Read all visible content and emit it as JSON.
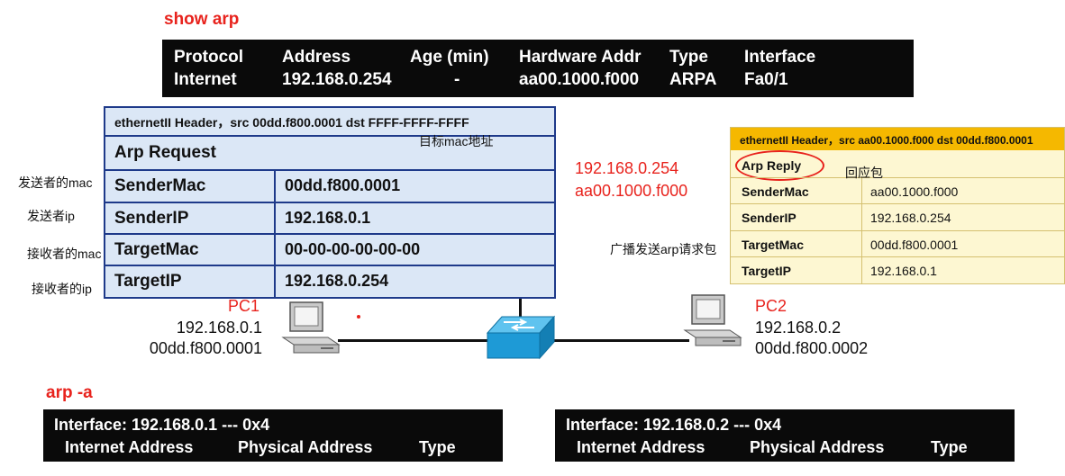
{
  "show_arp": {
    "title": "show arp",
    "headers": [
      "Protocol",
      "Address",
      "Age (min)",
      "Hardware Addr",
      "Type",
      "Interface"
    ],
    "row": [
      "Internet",
      "192.168.0.254",
      "-",
      "aa00.1000.f000",
      "ARPA",
      "Fa0/1"
    ]
  },
  "request_table": {
    "header": "ethernetII Header，src 00dd.f800.0001 dst FFFF-FFFF-FFFF",
    "title": "Arp Request",
    "rows": [
      {
        "field": "SenderMac",
        "value": "00dd.f800.0001"
      },
      {
        "field": "SenderIP",
        "value": "192.168.0.1"
      },
      {
        "field": "TargetMac",
        "value": "00-00-00-00-00-00"
      },
      {
        "field": "TargetIP",
        "value": "192.168.0.254"
      }
    ],
    "annotation": "目标mac地址"
  },
  "side_labels": [
    "发送者的mac",
    "发送者ip",
    "接收者的mac",
    "接收者的ip"
  ],
  "gateway": {
    "ip": "192.168.0.254",
    "mac": "aa00.1000.f000"
  },
  "broadcast_note": "广播发送arp请求包",
  "reply_table": {
    "header": "ethernetII Header，src aa00.1000.f000  dst  00dd.f800.0001",
    "title": "Arp Reply",
    "annotation": "回应包",
    "rows": [
      {
        "field": "SenderMac",
        "value": "aa00.1000.f000"
      },
      {
        "field": "SenderIP",
        "value": "192.168.0.254"
      },
      {
        "field": "TargetMac",
        "value": "00dd.f800.0001"
      },
      {
        "field": "TargetIP",
        "value": "192.168.0.1"
      }
    ]
  },
  "pc1": {
    "name": "PC1",
    "ip": "192.168.0.1",
    "mac": "00dd.f800.0001"
  },
  "pc2": {
    "name": "PC2",
    "ip": "192.168.0.2",
    "mac": "00dd.f800.0002"
  },
  "arp_a": {
    "title": "arp -a",
    "left": {
      "interface": "Interface: 192.168.0.1 --- 0x4",
      "columns": [
        "Internet Address",
        "Physical Address",
        "Type"
      ]
    },
    "right": {
      "interface": "Interface: 192.168.0.2 --- 0x4",
      "columns": [
        "Internet Address",
        "Physical Address",
        "Type"
      ]
    }
  },
  "colors": {
    "red": "#e8231d",
    "blue_border": "#1e3a8a",
    "blue_fill": "#dbe7f6",
    "reply_header": "#f5b800",
    "reply_fill": "#fdf7d2",
    "switch": "#1e9ad6"
  },
  "icons": [
    "pc-icon",
    "switch-icon"
  ]
}
